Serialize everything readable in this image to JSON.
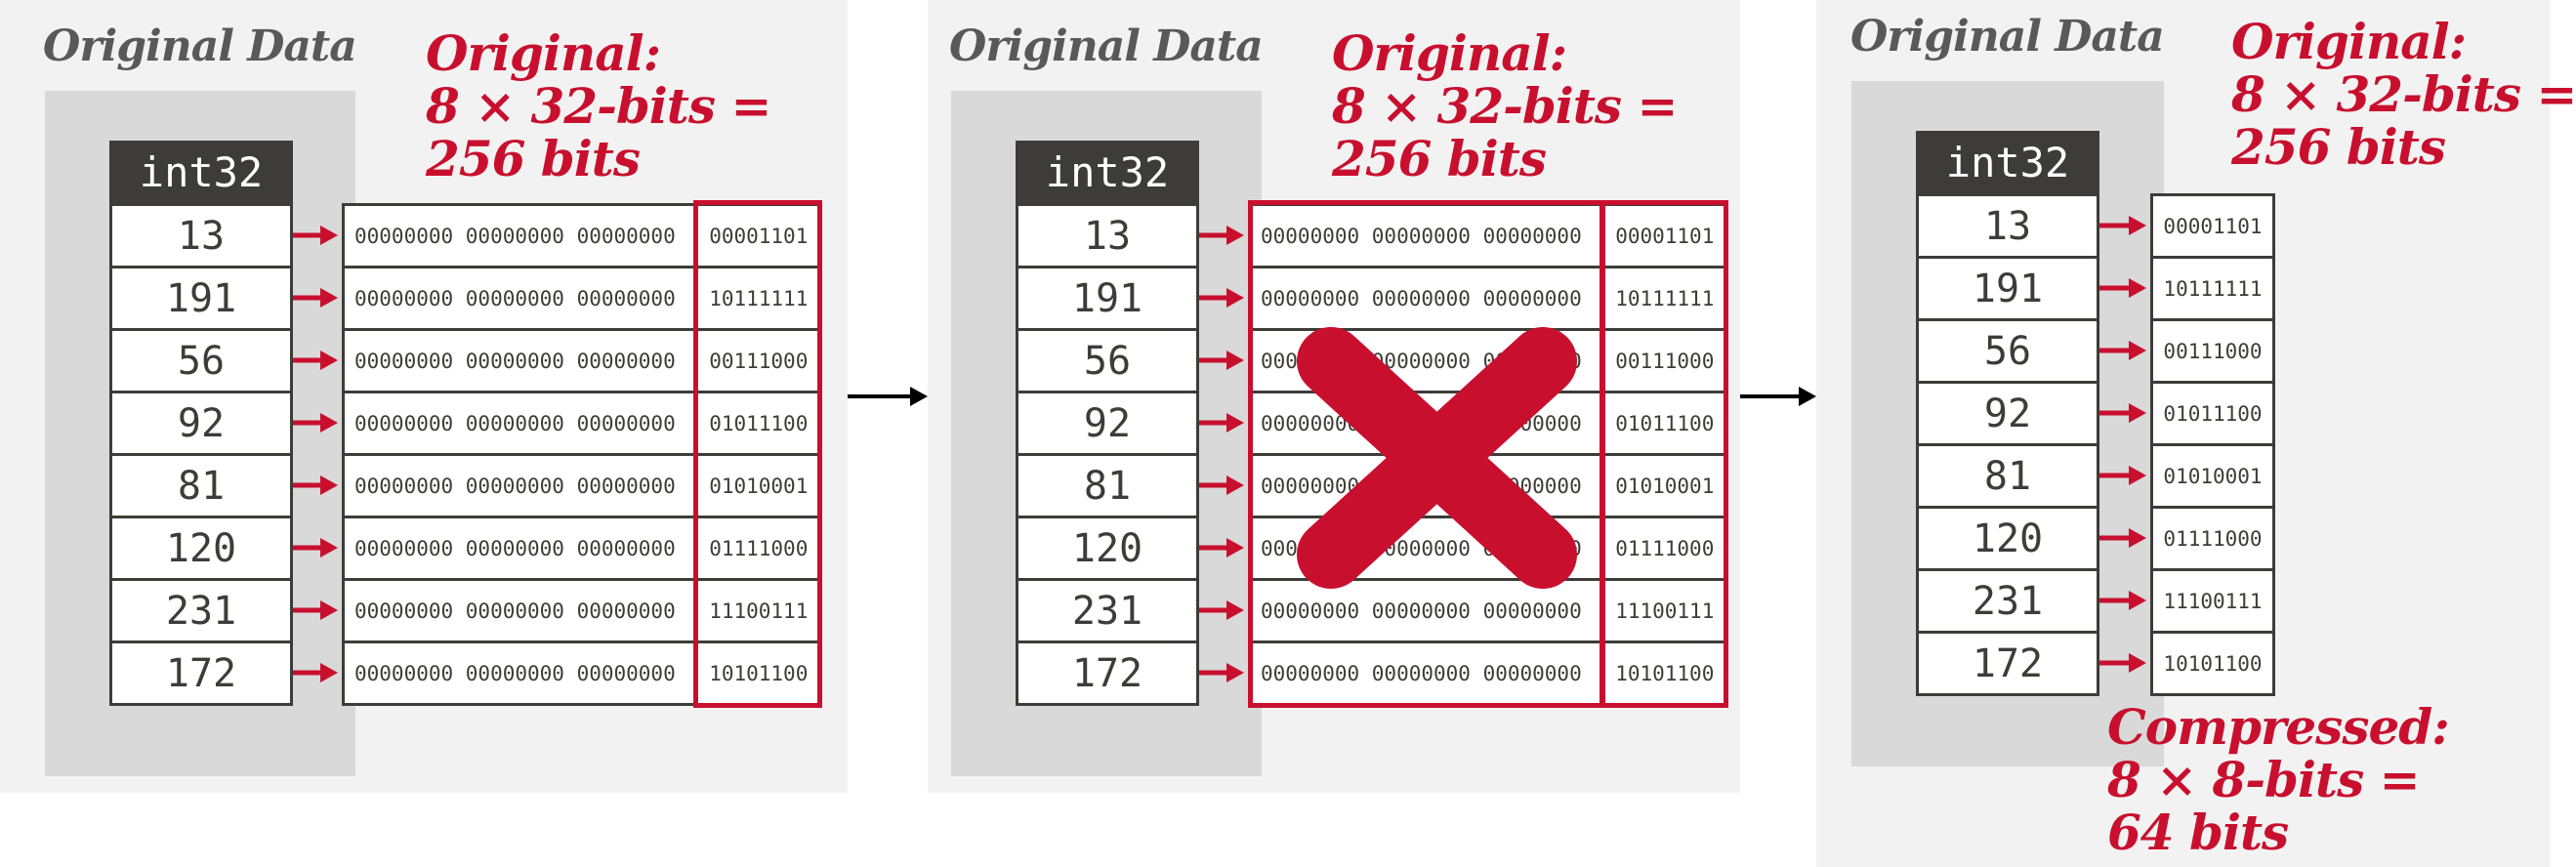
{
  "panels": [
    {
      "title": "Original Data",
      "column_header": "int32",
      "note_lines": [
        "Original:",
        "8 × 32-bits =",
        "256 bits"
      ]
    },
    {
      "title": "Original Data",
      "column_header": "int32",
      "note_lines": [
        "Original:",
        "8 × 32-bits =",
        "256 bits"
      ]
    },
    {
      "title": "Original Data",
      "column_header": "int32",
      "note_lines": [
        "Original:",
        "8 × 32-bits =",
        "256 bits"
      ],
      "compressed_lines": [
        "Compressed:",
        "8 × 8-bits =",
        "64 bits"
      ]
    }
  ],
  "values": [
    "13",
    "191",
    "56",
    "92",
    "81",
    "120",
    "231",
    "172"
  ],
  "zero_bytes": "00000000 00000000 00000000",
  "low_bytes": [
    "00001101",
    "10111111",
    "00111000",
    "01011100",
    "01010001",
    "01111000",
    "11100111",
    "10101100"
  ],
  "colors": {
    "accent": "#c8102e",
    "dark": "#3e3c38",
    "panel": "#f2f2f2",
    "inner": "#d9d9d9"
  },
  "icons": [
    "arrow-right-icon",
    "cross-icon"
  ]
}
